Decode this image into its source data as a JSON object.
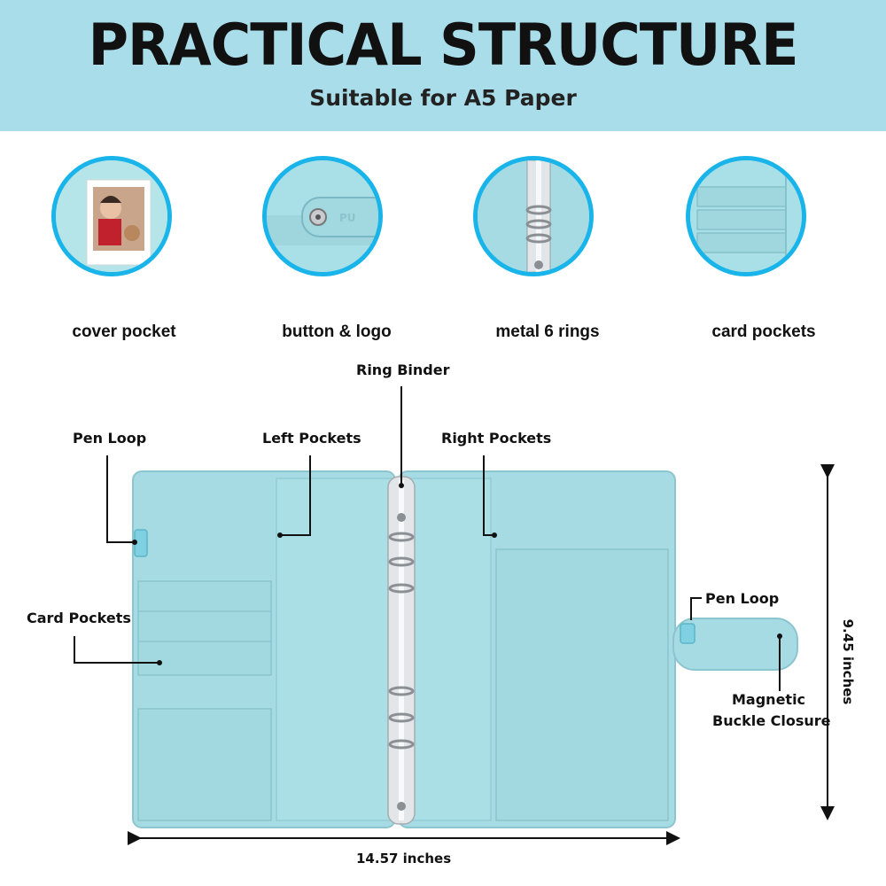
{
  "header": {
    "title": "PRACTICAL STRUCTURE",
    "subtitle": "Suitable for A5 Paper"
  },
  "features": [
    {
      "label": "cover pocket",
      "icon": "photo-pocket-icon"
    },
    {
      "label": "button & logo",
      "icon": "snap-button-icon"
    },
    {
      "label": "metal 6 rings",
      "icon": "binder-rings-icon"
    },
    {
      "label": "card pockets",
      "icon": "card-slots-icon"
    }
  ],
  "callouts": {
    "ring_binder": "Ring Binder",
    "pen_loop_left": "Pen Loop",
    "left_pockets": "Left Pockets",
    "right_pockets": "Right Pockets",
    "card_pockets": "Card Pockets",
    "pen_loop_right": "Pen Loop",
    "magnetic_line1": "Magnetic",
    "magnetic_line2": "Buckle Closure"
  },
  "dimensions": {
    "width": "14.57 inches",
    "height": "9.45 inches"
  },
  "colors": {
    "header_bg": "#a9dde9",
    "circle_border": "#18b4ea",
    "leather": "#a6dbe3",
    "ring_silver": "#d9dde0"
  }
}
